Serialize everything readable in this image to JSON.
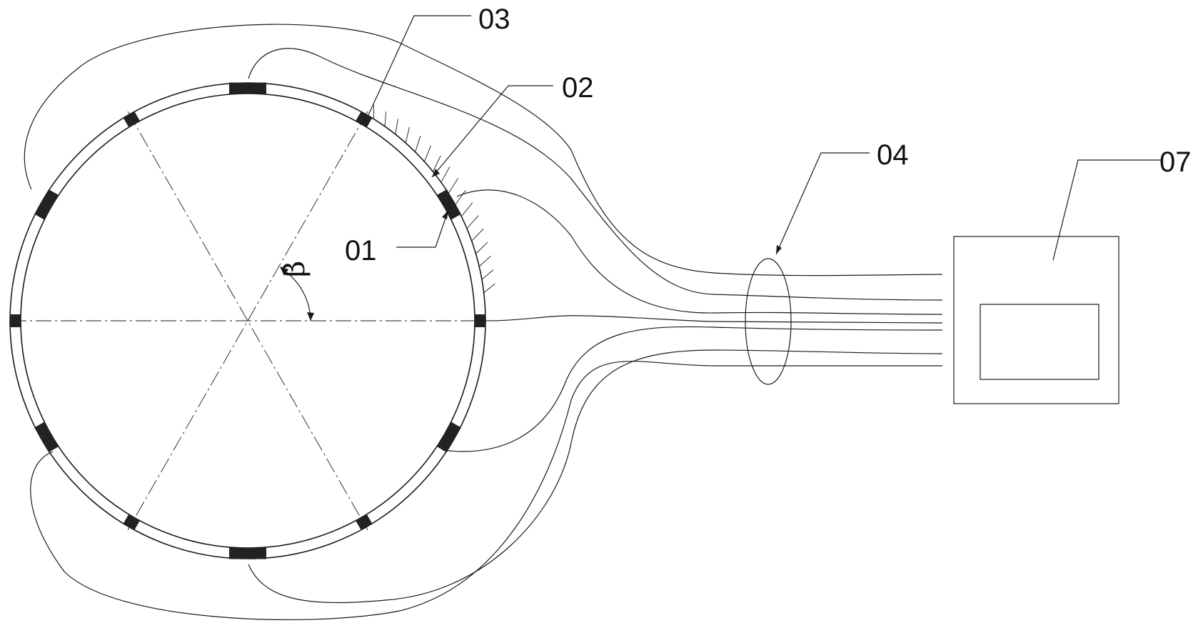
{
  "labels": {
    "electrode": "01",
    "insulation": "02",
    "electrode_holder": "03",
    "cable_bundle": "04",
    "instrument": "07",
    "angle": "β"
  },
  "colors": {
    "line": "#1a1a1a",
    "pad": "#222222",
    "background": "#ffffff"
  }
}
